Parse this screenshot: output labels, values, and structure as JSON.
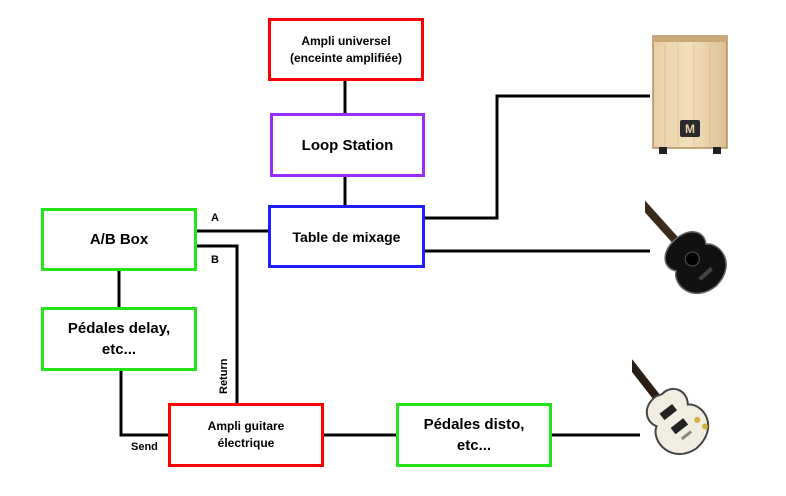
{
  "nodes": {
    "ampli_universel": "Ampli universel\n(enceinte amplifiée)",
    "loop_station": "Loop Station",
    "table_mixage": "Table de mixage",
    "ab_box": "A/B Box",
    "pedales_delay": "Pédales delay,\netc...",
    "ampli_guitare": "Ampli guitare\nélectrique",
    "pedales_disto": "Pédales disto,\netc..."
  },
  "edge_labels": {
    "a": "A",
    "b": "B",
    "return": "Return",
    "send": "Send"
  },
  "instruments": {
    "cajon_logo": "M",
    "cajon_icon": "cajon-icon",
    "acoustic_icon": "acoustic-guitar-icon",
    "electric_icon": "electric-guitar-icon"
  },
  "colors": {
    "red": "#ff0000",
    "purple": "#9a2cff",
    "blue": "#1e1eff",
    "green": "#22e51c"
  }
}
